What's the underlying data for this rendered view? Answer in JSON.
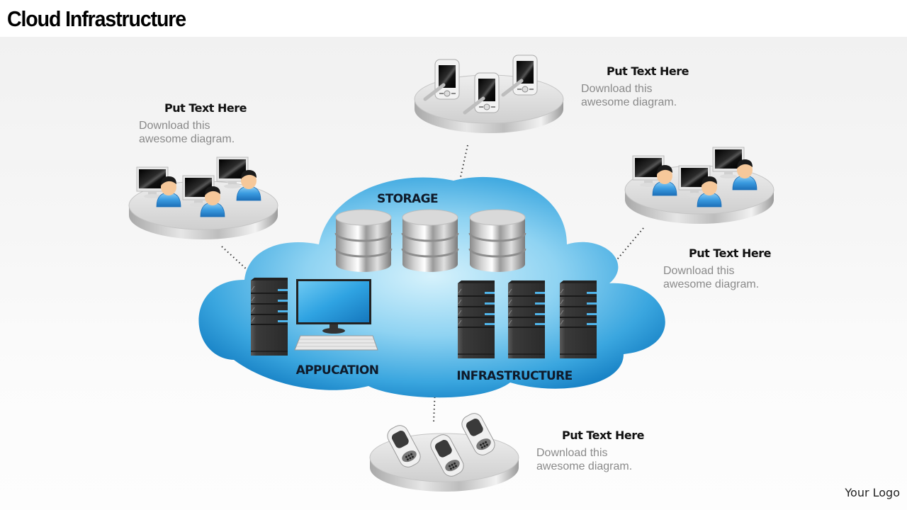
{
  "title": "Cloud Infrastructure",
  "colors": {
    "cloud_dark": "#1a8fd1",
    "cloud_light": "#cdeefb",
    "platform": "#d8d8d8",
    "server": "#3a3a3a",
    "server_led": "#4fb3e8",
    "person_body": "#2e8fd6",
    "person_face": "#f6c89a"
  },
  "cloud": {
    "sections": [
      {
        "id": "storage",
        "label": "STORAGE",
        "icon": "database-icon",
        "count": 3
      },
      {
        "id": "application",
        "label": "APPUCATION",
        "icon": "desktop-computer-icon",
        "count": 1
      },
      {
        "id": "infrastructure",
        "label": "INFRASTRUCTURE",
        "icon": "server-tower-icon",
        "count": 3
      }
    ]
  },
  "nodes": [
    {
      "id": "users-left",
      "icon": "user-workstation-icon",
      "heading": "Put Text Here",
      "line1": "Download this",
      "line2": "awesome diagram."
    },
    {
      "id": "pdas-top",
      "icon": "pda-stylus-icon",
      "heading": "Put Text Here",
      "line1": "Download this",
      "line2": "awesome diagram."
    },
    {
      "id": "users-right",
      "icon": "user-workstation-icon",
      "heading": "Put Text Here",
      "line1": "Download this",
      "line2": "awesome diagram."
    },
    {
      "id": "phones-bottom",
      "icon": "flip-phone-icon",
      "heading": "Put Text Here",
      "line1": "Download this",
      "line2": "awesome diagram."
    }
  ],
  "footer": {
    "logo": "Your Logo"
  }
}
